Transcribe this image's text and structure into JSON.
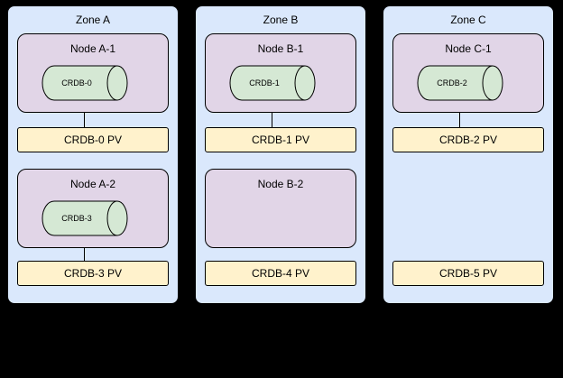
{
  "diagram": {
    "background_color": "#000000",
    "colors": {
      "zone_fill": "#dae8fc",
      "node_fill": "#e1d5e7",
      "cylinder_fill": "#d5e8d4",
      "pv_fill": "#fff2cc",
      "stroke": "#000000"
    }
  },
  "zones": [
    {
      "title": "Zone A",
      "node1": {
        "title": "Node A-1",
        "disk": "CRDB-0"
      },
      "pv1": "CRDB-0 PV",
      "node2": {
        "title": "Node A-2",
        "disk": "CRDB-3"
      },
      "pv2": "CRDB-3 PV"
    },
    {
      "title": "Zone B",
      "node1": {
        "title": "Node B-1",
        "disk": "CRDB-1"
      },
      "pv1": "CRDB-1 PV",
      "node2": {
        "title": "Node B-2"
      },
      "pv2": "CRDB-4 PV"
    },
    {
      "title": "Zone C",
      "node1": {
        "title": "Node C-1",
        "disk": "CRDB-2"
      },
      "pv1": "CRDB-2 PV",
      "pv2": "CRDB-5 PV"
    }
  ]
}
